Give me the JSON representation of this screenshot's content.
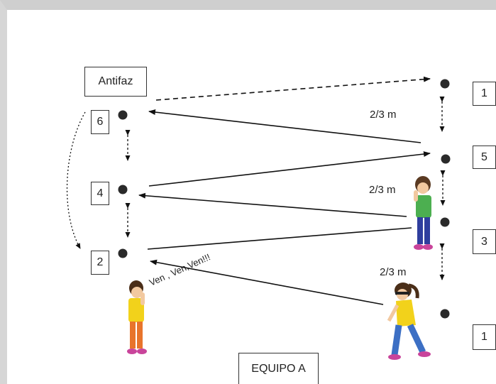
{
  "labels": {
    "antifaz": "Antifaz",
    "team": "EQUIPO A",
    "distance_top": "2/3 m",
    "distance_mid": "2/3 m",
    "distance_low": "2/3 m",
    "call": "Ven , Ven,Ven!!!"
  },
  "left_numbers": [
    "6",
    "4",
    "2"
  ],
  "right_numbers": [
    "1",
    "5",
    "3",
    "1"
  ],
  "colors": {
    "line": "#111111",
    "dot": "#2a2a2a",
    "shirt_green": "#4caf50",
    "shirt_yellow": "#f2d21b",
    "pants_blue": "#2f3e9e",
    "pants_orange": "#e8742c",
    "shoes_pink": "#c9449b"
  }
}
